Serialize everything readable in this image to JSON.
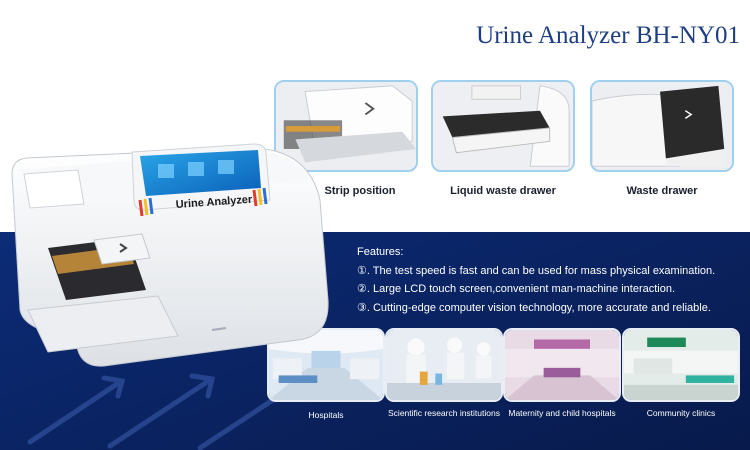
{
  "header": {
    "title": "Urine Analyzer BH-NY01"
  },
  "device": {
    "screen_brand": "Urine Analyzer"
  },
  "details": [
    {
      "label": "Strip position"
    },
    {
      "label": "Liquid waste drawer"
    },
    {
      "label": "Waste drawer"
    }
  ],
  "features": {
    "heading": "Features:",
    "items": [
      "①. The test speed is fast and can be used for mass physical examination.",
      "②. Large LCD touch screen,convenient man-machine interaction.",
      "③. Cutting-edge computer vision technology, more accurate and reliable."
    ]
  },
  "applications": [
    {
      "label": "Hospitals"
    },
    {
      "label": "Scientific research institutions"
    },
    {
      "label": "Maternity and child hospitals"
    },
    {
      "label": "Community clinics"
    }
  ],
  "colors": {
    "title": "#1d3f82",
    "band": "#0c2c78",
    "thumb_border": "#9fd0ee"
  }
}
